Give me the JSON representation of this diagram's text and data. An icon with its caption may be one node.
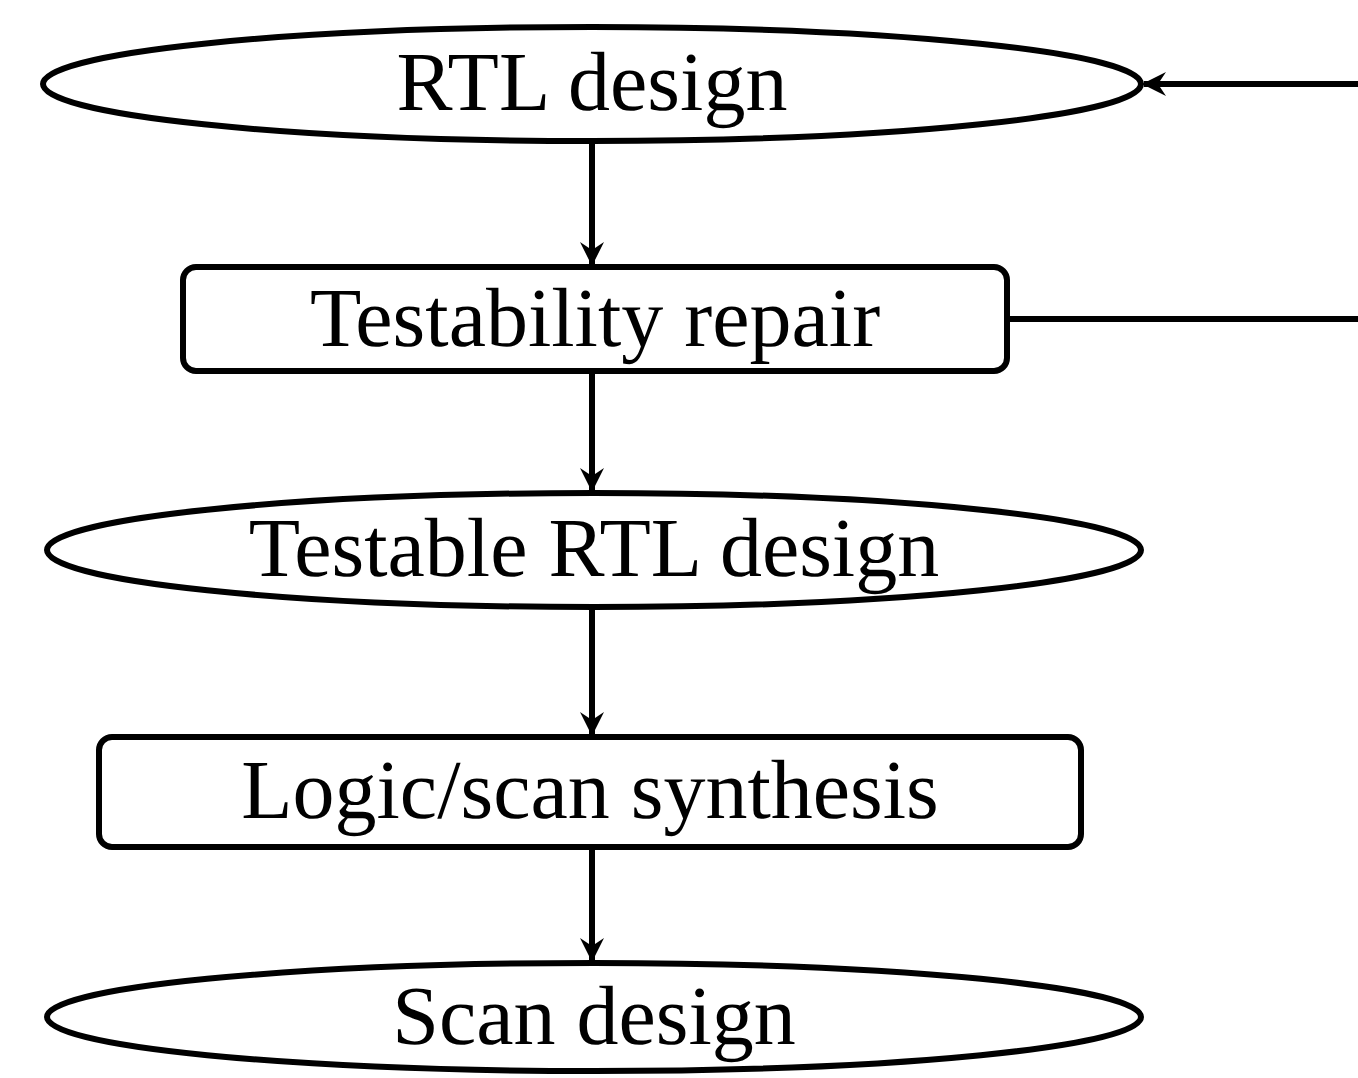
{
  "diagram": {
    "nodes": [
      {
        "text": [
          "RTL design"
        ]
      },
      {
        "text": [
          "Testability repair"
        ]
      },
      {
        "text": [
          "Testable RTL design"
        ]
      },
      {
        "text": [
          "Logic/scan synthesis"
        ]
      },
      {
        "text": [
          "Scan design"
        ]
      }
    ],
    "edges": [
      {
        "from": 0,
        "to": 1,
        "arrow": "to"
      },
      {
        "from": 1,
        "to": 2,
        "arrow": "to"
      },
      {
        "from": 2,
        "to": 3,
        "arrow": "to"
      },
      {
        "from": 3,
        "to": 4,
        "arrow": "to"
      },
      {
        "from": null,
        "to": 0,
        "arrow": "to"
      },
      {
        "from": 1,
        "to": null,
        "arrow": "none"
      }
    ]
  }
}
